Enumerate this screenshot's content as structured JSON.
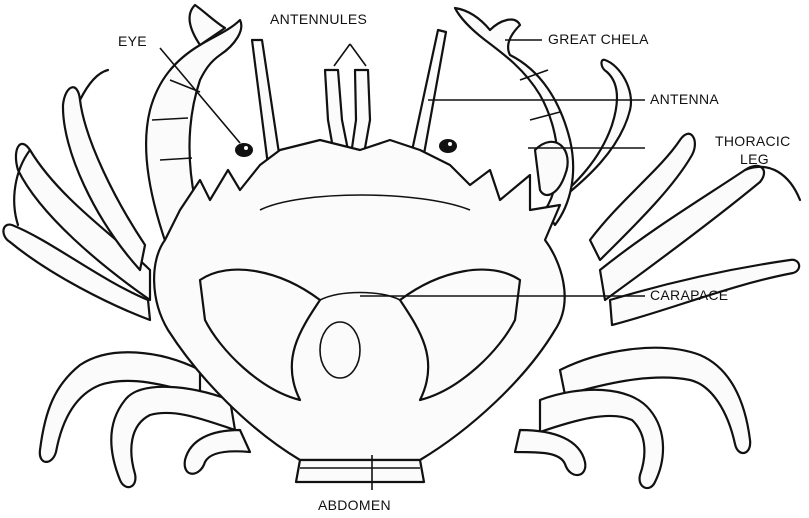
{
  "labels": {
    "antennules": "ANTENNULES",
    "eye": "EYE",
    "great_chela": "GREAT CHELA",
    "antenna": "ANTENNA",
    "thoracic_leg_line1": "THORACIC",
    "thoracic_leg_line2": "LEG",
    "carapace": "CARAPACE",
    "abdomen": "ABDOMEN"
  },
  "colors": {
    "ink": "#111111",
    "paper": "#ffffff"
  }
}
